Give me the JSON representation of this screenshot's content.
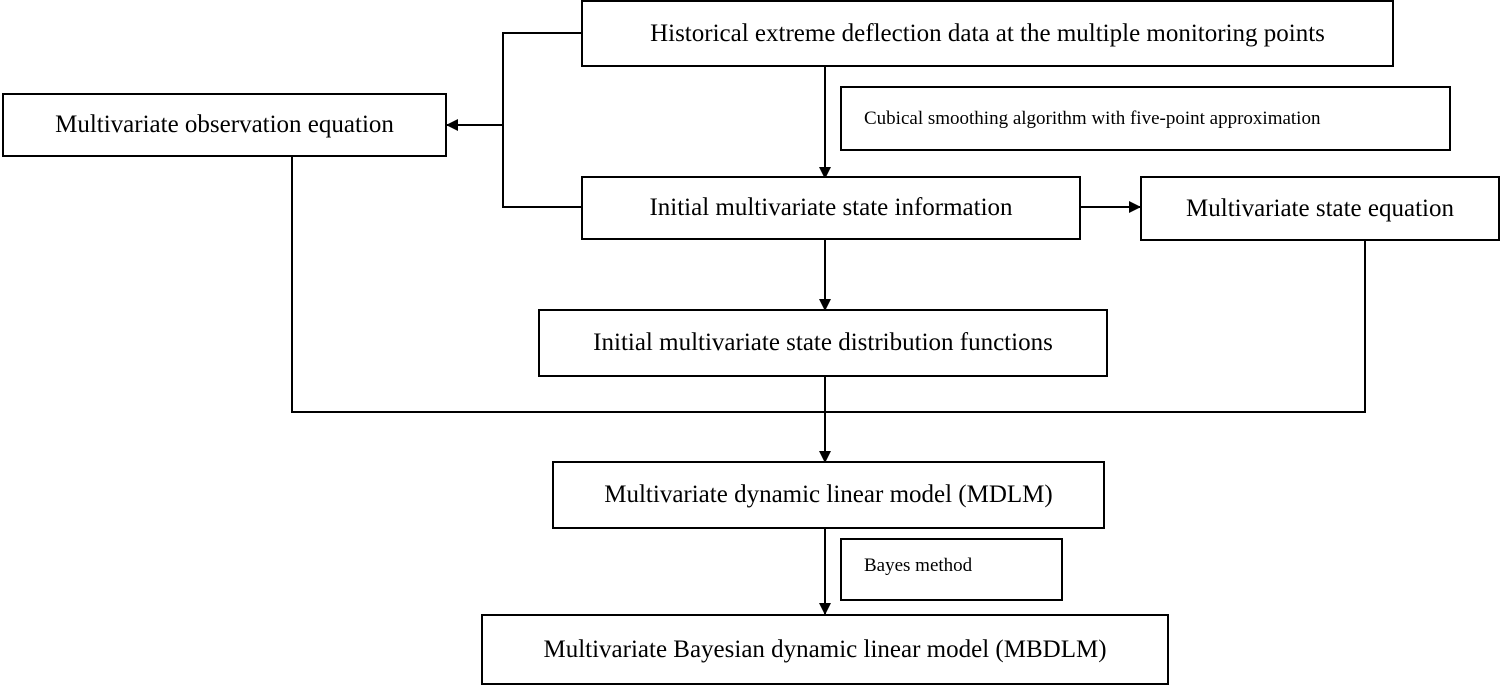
{
  "nodes": {
    "historical": "Historical extreme deflection data at the multiple monitoring points",
    "observation_eq": "Multivariate observation equation",
    "smoothing": "Cubical smoothing algorithm with five-point approximation",
    "initial_state_info": "Initial multivariate state information",
    "state_eq": "Multivariate state equation",
    "initial_distribution": "Initial multivariate state distribution functions",
    "mdlm": "Multivariate dynamic linear model (MDLM)",
    "bayes": "Bayes method",
    "mbdlm": "Multivariate Bayesian dynamic linear model (MBDLM)"
  }
}
